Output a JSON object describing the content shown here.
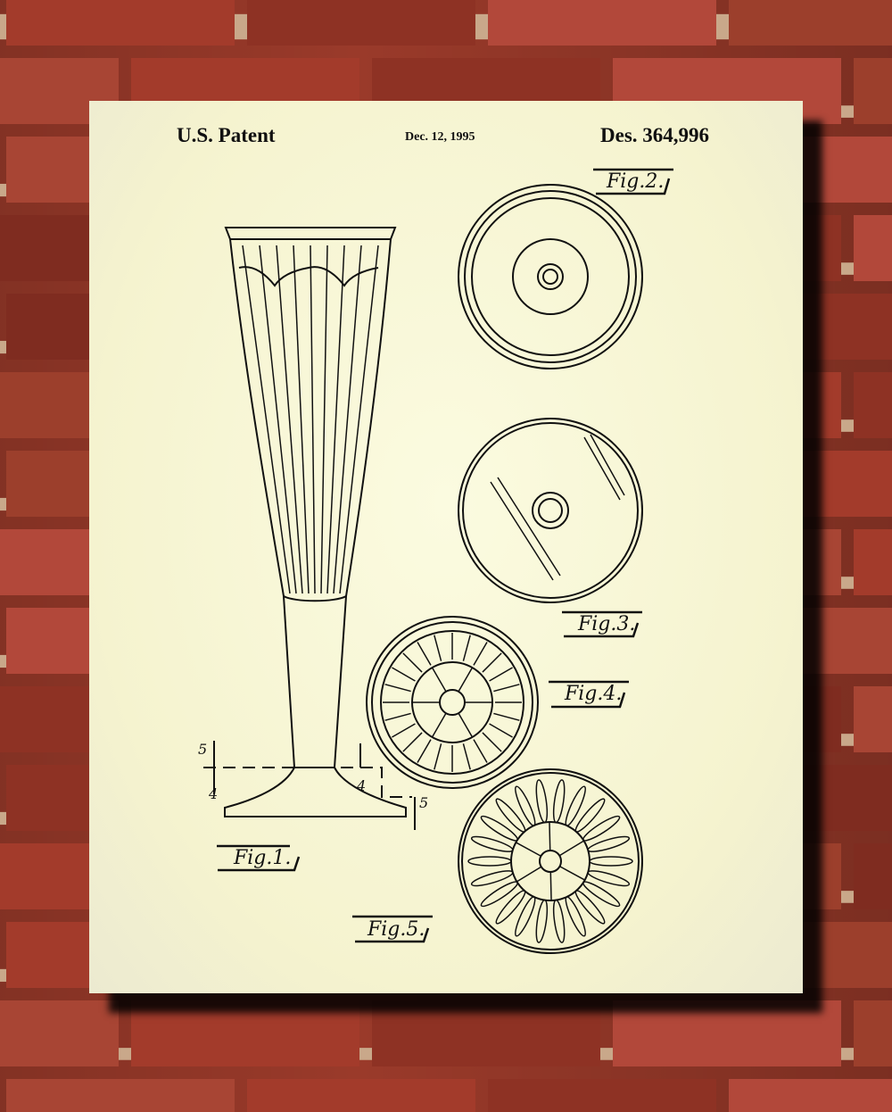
{
  "header": {
    "left": "U.S. Patent",
    "date": "Dec. 12, 1995",
    "number": "Des. 364,996"
  },
  "figures": [
    {
      "label": "Fig.1."
    },
    {
      "label": "Fig.2."
    },
    {
      "label": "Fig.3."
    },
    {
      "label": "Fig.4."
    },
    {
      "label": "Fig.5."
    }
  ],
  "section_marks": [
    "5",
    "4",
    "4",
    "5"
  ],
  "colors": {
    "paper": "#f7f5d2",
    "ink": "#111111",
    "brick": "#9a3a2a",
    "mortar": "#c9a88a"
  }
}
